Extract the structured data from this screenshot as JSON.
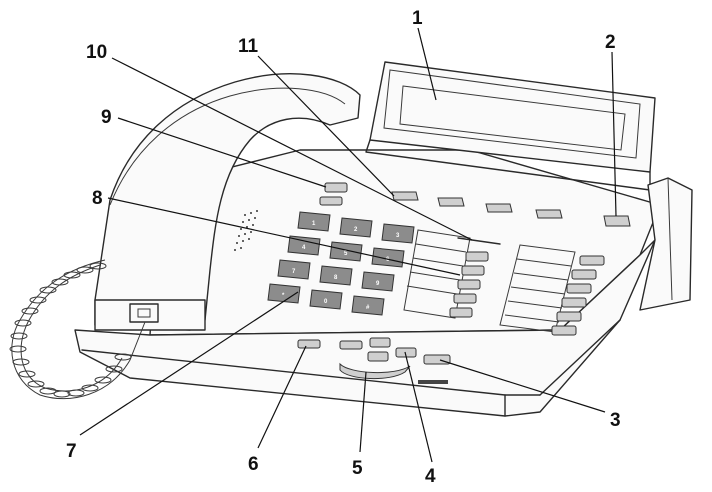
{
  "callouts": [
    {
      "id": "1",
      "label": "1"
    },
    {
      "id": "2",
      "label": "2"
    },
    {
      "id": "3",
      "label": "3"
    },
    {
      "id": "4",
      "label": "4"
    },
    {
      "id": "5",
      "label": "5"
    },
    {
      "id": "6",
      "label": "6"
    },
    {
      "id": "7",
      "label": "7"
    },
    {
      "id": "8",
      "label": "8"
    },
    {
      "id": "9",
      "label": "9"
    },
    {
      "id": "10",
      "label": "10"
    },
    {
      "id": "11",
      "label": "11"
    }
  ],
  "keypad": [
    "1",
    "2",
    "3",
    "4",
    "5",
    "6",
    "7",
    "8",
    "9",
    "*",
    "0",
    "#"
  ],
  "colors": {
    "line": "#2a2a2a",
    "key": "#8c8c8c",
    "background": "#ffffff"
  }
}
